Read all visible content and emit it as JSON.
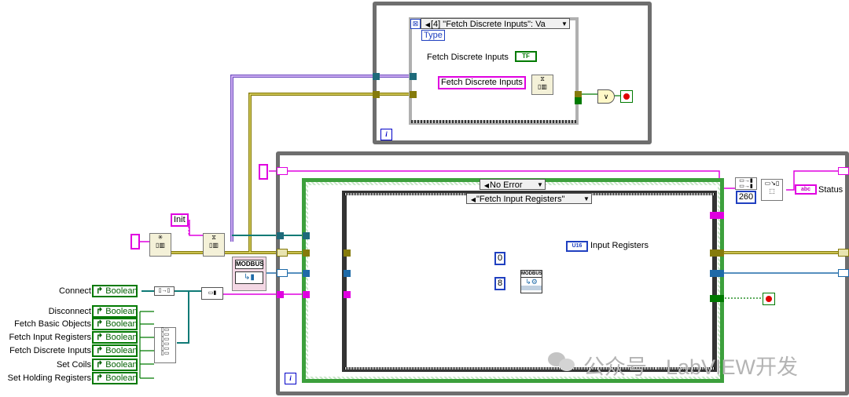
{
  "top_loop": {
    "selector": "[4] \"Fetch Discrete Inputs\": Va",
    "type_label": "Type",
    "indicator_label": "Fetch Discrete Inputs",
    "indicator_value": "TF",
    "constant": "Fetch Discrete Inputs",
    "iteration": "i"
  },
  "left": {
    "init_constant": "Init",
    "modbus_label": "MODBUS"
  },
  "controls": [
    {
      "name": "Connect",
      "type": "Boolean"
    },
    {
      "name": "Disconnect",
      "type": "Boolean"
    },
    {
      "name": "Fetch Basic Objects",
      "type": "Boolean"
    },
    {
      "name": "Fetch Input Registers",
      "type": "Boolean"
    },
    {
      "name": "Fetch Discrete Inputs",
      "type": "Boolean"
    },
    {
      "name": "Set Coils",
      "type": "Boolean"
    },
    {
      "name": "Set Holding Registers",
      "type": "Boolean"
    }
  ],
  "bottom_loop": {
    "error_case": "No Error",
    "inner_case": "\"Fetch Input Registers\"",
    "const_0": "0",
    "const_8": "8",
    "indicator_type": "U16",
    "indicator_label": "Input Registers",
    "modbus_label": "MODBUS",
    "iteration": "i",
    "status_const": "260",
    "status_type": "abc",
    "status_label": "Status"
  },
  "watermark": "公众号 · LabVIEW开发"
}
